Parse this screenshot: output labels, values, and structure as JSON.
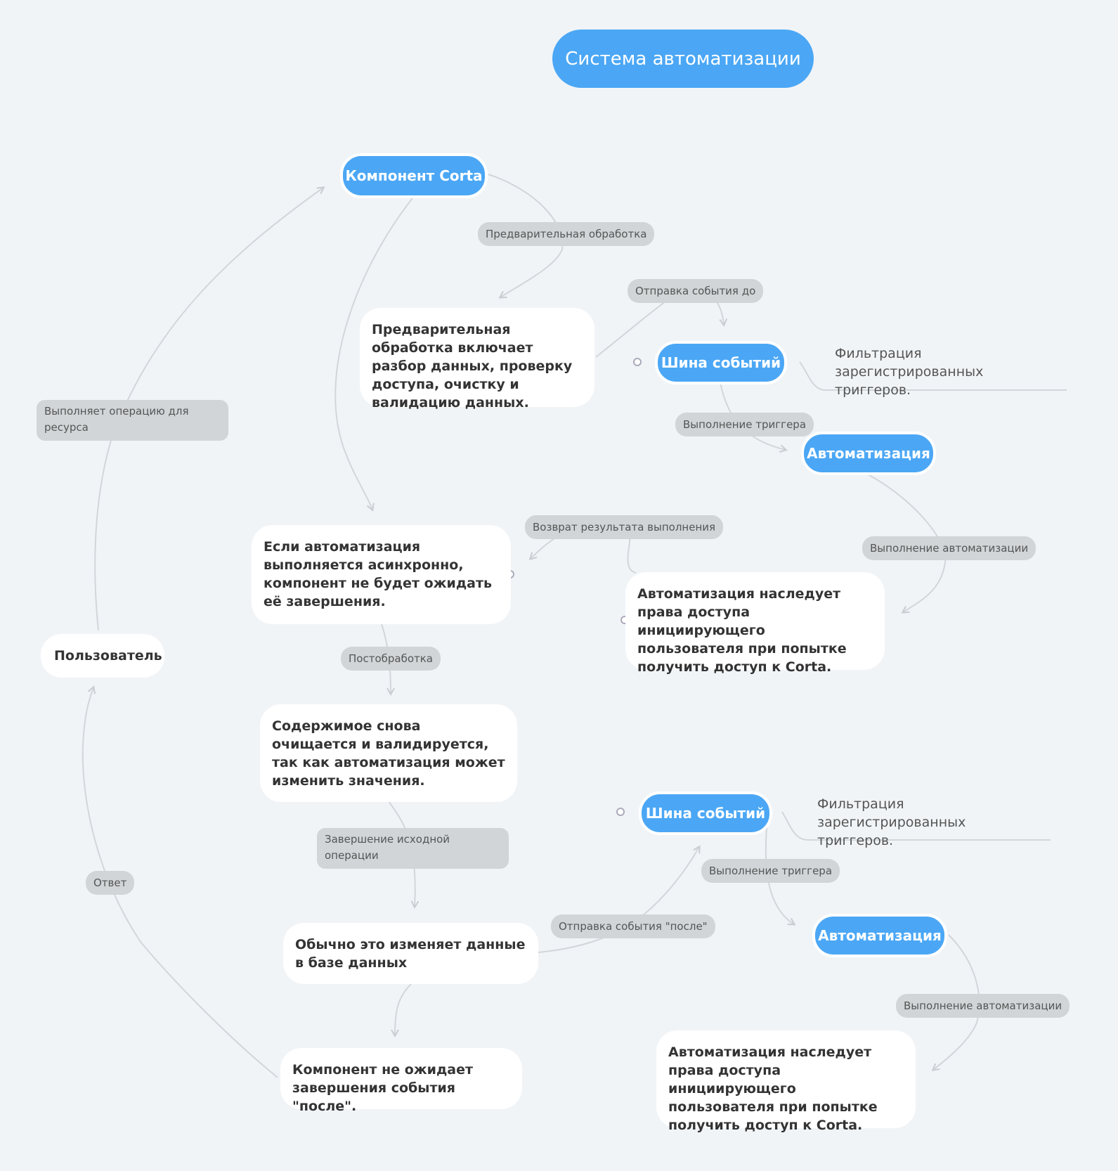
{
  "title": "Система автоматизации",
  "nodes": {
    "component": "Компонент Corta",
    "preprocessing_desc": "Предварительная обработка включает разбор данных, проверку доступа, очистку и валидацию данных.",
    "event_bus_1": "Шина событий",
    "filter_1": "Фильтрация зарегистрированных триггеров.",
    "automation_1": "Автоматизация",
    "automation_rights_1": "Автоматизация наследует права доступа инициирующего пользователя при попытке получить доступ к Corta.",
    "async_note": "Если автоматизация выполняется асинхронно, компонент не будет ожидать её завершения.",
    "user": "Пользователь",
    "revalidate": "Содержимое снова очищается и валидируется, так как автоматизация может изменить значения.",
    "changes_db": "Обычно это изменяет данные в базе данных",
    "no_wait": "Компонент не ожидает завершения события \"после\".",
    "event_bus_2": "Шина событий",
    "filter_2": "Фильтрация зарегистрированных триггеров.",
    "automation_2": "Автоматизация",
    "automation_rights_2": "Автоматизация наследует права доступа инициирующего пользователя при попытке получить доступ к Corta."
  },
  "edge_labels": {
    "preprocessing": "Предварительная обработка",
    "send_event_before": "Отправка события до",
    "performs_operation": "Выполняет операцию для ресурса",
    "trigger_exec_1": "Выполнение триггера",
    "return_result": "Возврат результата выполнения",
    "automation_exec_1": "Выполнение автоматизации",
    "postprocessing": "Постобработка",
    "finish_original": "Завершение исходной операции",
    "response": "Ответ",
    "trigger_exec_2": "Выполнение триггера",
    "send_event_after": "Отправка события \"после\"",
    "automation_exec_2": "Выполнение автоматизации"
  }
}
